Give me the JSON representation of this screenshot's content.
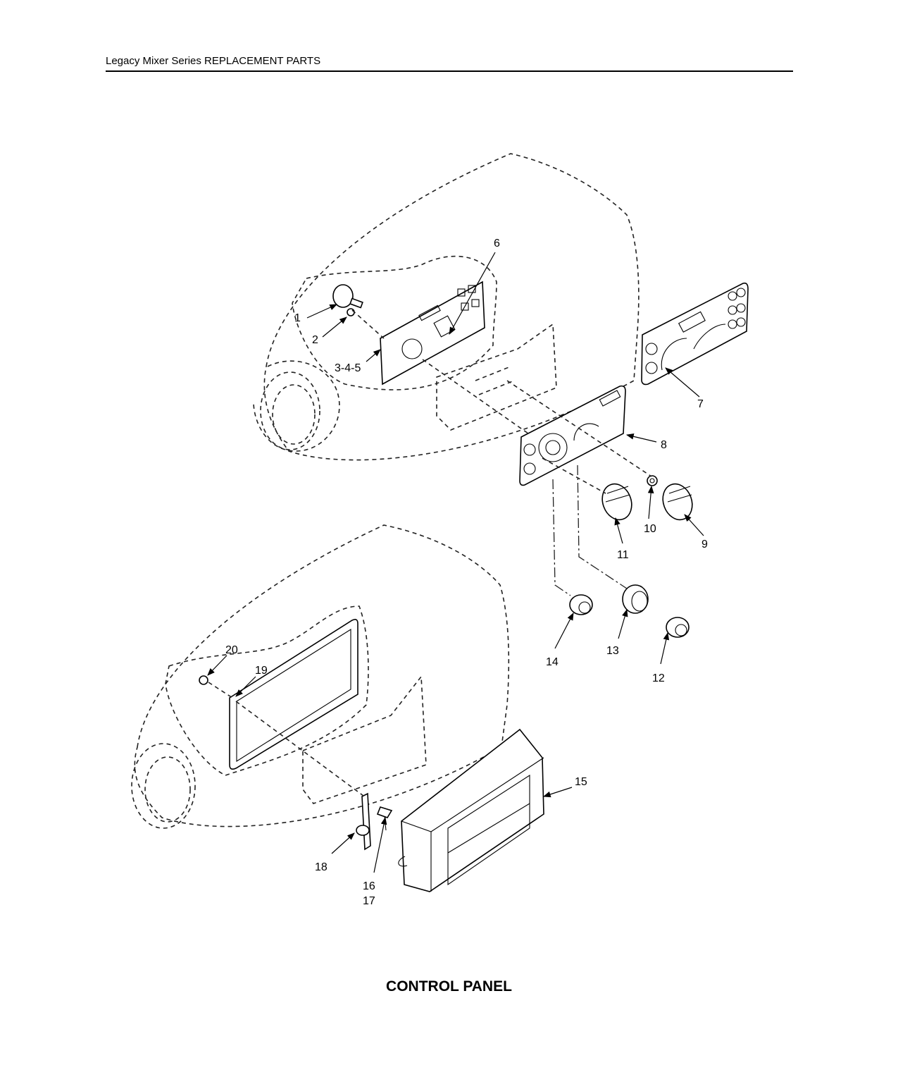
{
  "header": {
    "title": "Legacy Mixer Series REPLACEMENT PARTS"
  },
  "caption": "CONTROL PANEL",
  "callouts": {
    "c1": "1",
    "c2": "2",
    "c345": "3-4-5",
    "c6": "6",
    "c7": "7",
    "c8": "8",
    "c9": "9",
    "c10": "10",
    "c11": "11",
    "c12": "12",
    "c13": "13",
    "c14": "14",
    "c15": "15",
    "c16": "16",
    "c17": "17",
    "c18": "18",
    "c19": "19",
    "c20": "20"
  }
}
